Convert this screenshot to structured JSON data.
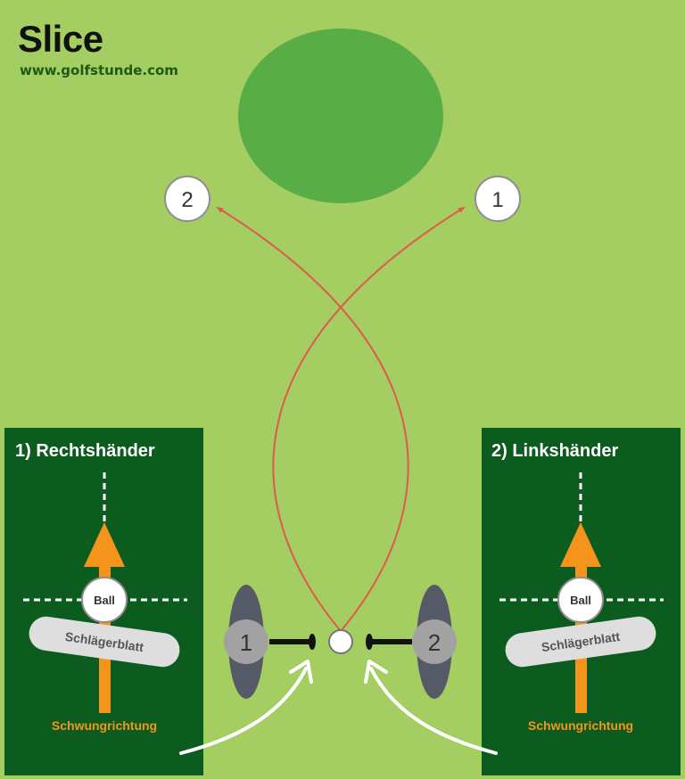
{
  "title": "Slice",
  "website": "www.golfstunde.com",
  "colors": {
    "fairway": "#a4cd62",
    "green": "#58ad46",
    "panel": "#0d5c1f",
    "trajectory": "#e05a4a",
    "swing_arrow": "#f4941d",
    "golfer": "#555a66",
    "marker": "#a2a2a2"
  },
  "landing_markers": [
    {
      "label": "2"
    },
    {
      "label": "1"
    }
  ],
  "golfer_markers": [
    {
      "label": "1"
    },
    {
      "label": "2"
    }
  ],
  "panels": [
    {
      "title": "1) Rechtshänder",
      "ball_label": "Ball",
      "club_label": "Schlägerblatt",
      "swing_label": "Schwungrichtung"
    },
    {
      "title": "2) Linkshänder",
      "ball_label": "Ball",
      "club_label": "Schlägerblatt",
      "swing_label": "Schwungrichtung"
    }
  ]
}
